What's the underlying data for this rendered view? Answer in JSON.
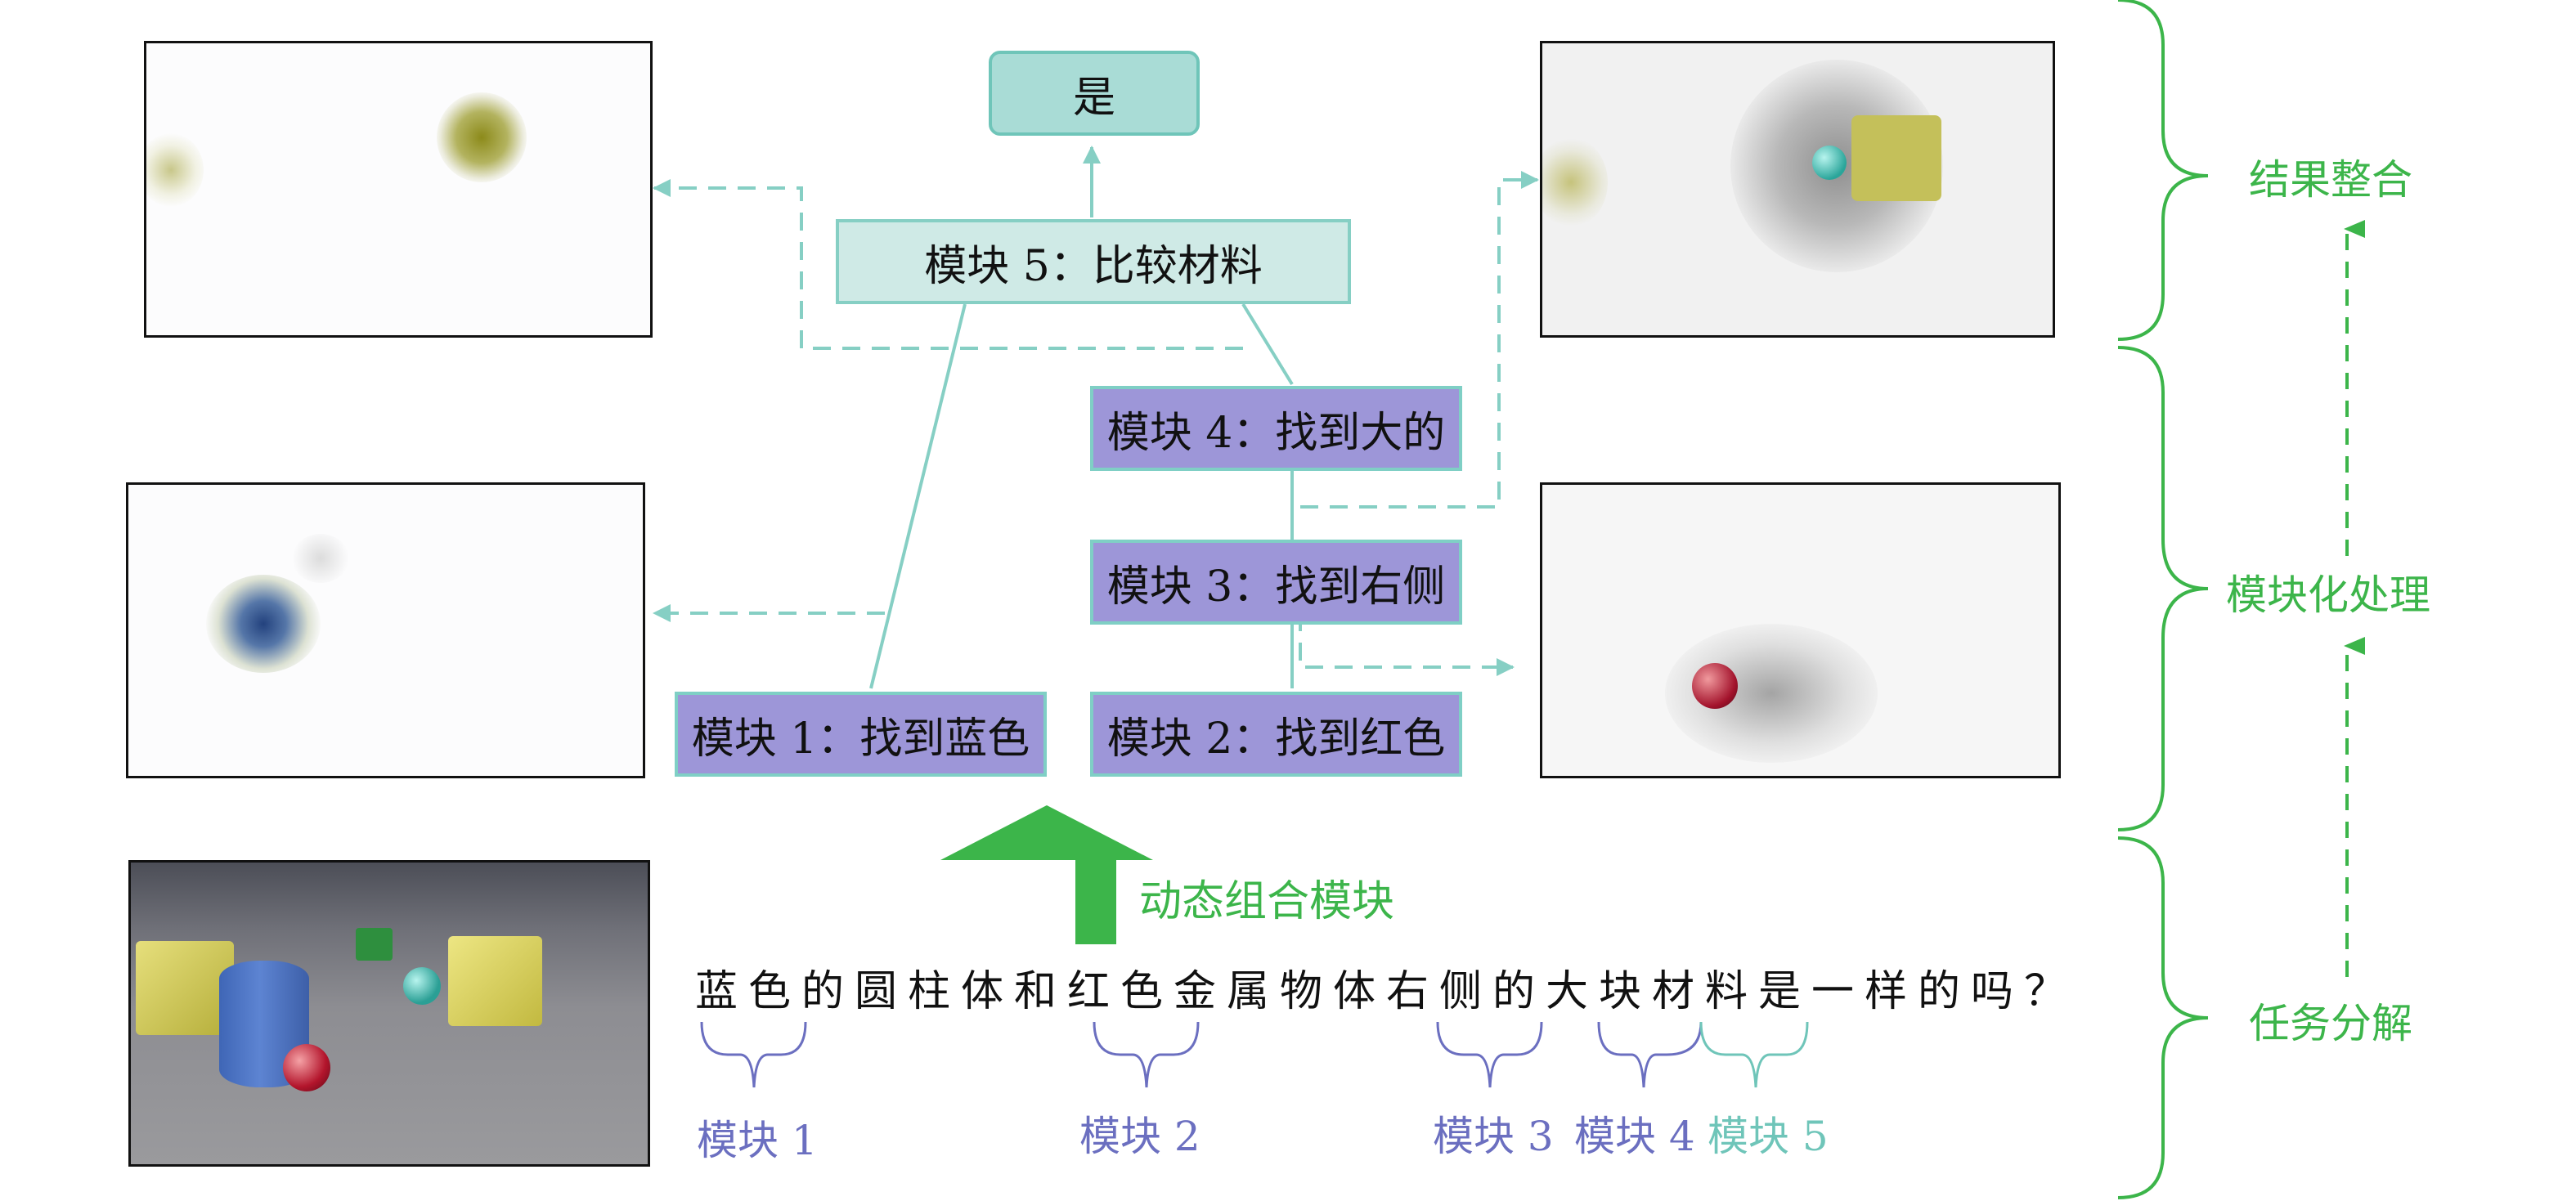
{
  "answer": "是",
  "modules": {
    "m1": "模块 1：找到蓝色",
    "m2": "模块 2：找到红色",
    "m3": "模块 3：找到右侧",
    "m4": "模块 4：找到大的",
    "m5": "模块 5：比较材料"
  },
  "dynamic_label": "动态组合模块",
  "question": "蓝色的圆柱体和红色金属物体右侧的大块材料是一样的吗？",
  "tokens": {
    "t1": "模块 1",
    "t2": "模块 2",
    "t3": "模块 3",
    "t4": "模块 4",
    "t5": "模块 5"
  },
  "stages": {
    "integrate": "结果整合",
    "modular": "模块化处理",
    "decompose": "任务分解"
  },
  "colors": {
    "module_fill": "#9d96d8",
    "module5_fill": "#cfeae6",
    "answer_fill": "#a9dcd6",
    "connector": "#86cfc4",
    "stage_green": "#3cb54a",
    "token_purple": "#6b6fc0",
    "token_teal": "#6fc5b9"
  }
}
